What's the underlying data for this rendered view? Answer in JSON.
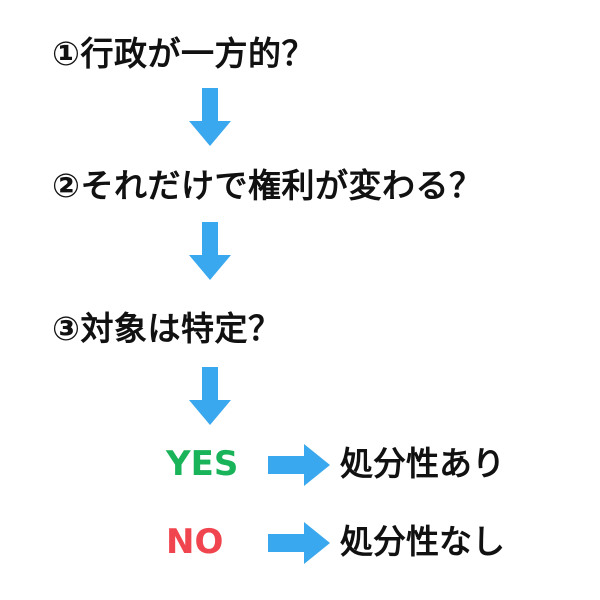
{
  "colors": {
    "arrow": "#3aa8ee",
    "yes": "#19b35a",
    "no": "#f0454e",
    "text": "#111111"
  },
  "steps": [
    {
      "text": "①行政が一方的？"
    },
    {
      "text": "②それだけで権利が変わる？"
    },
    {
      "text": "③対象は特定？"
    }
  ],
  "outcomes": {
    "yes": {
      "label": "YES",
      "result": "処分性あり"
    },
    "no": {
      "label": "NO",
      "result": "処分性なし"
    }
  }
}
